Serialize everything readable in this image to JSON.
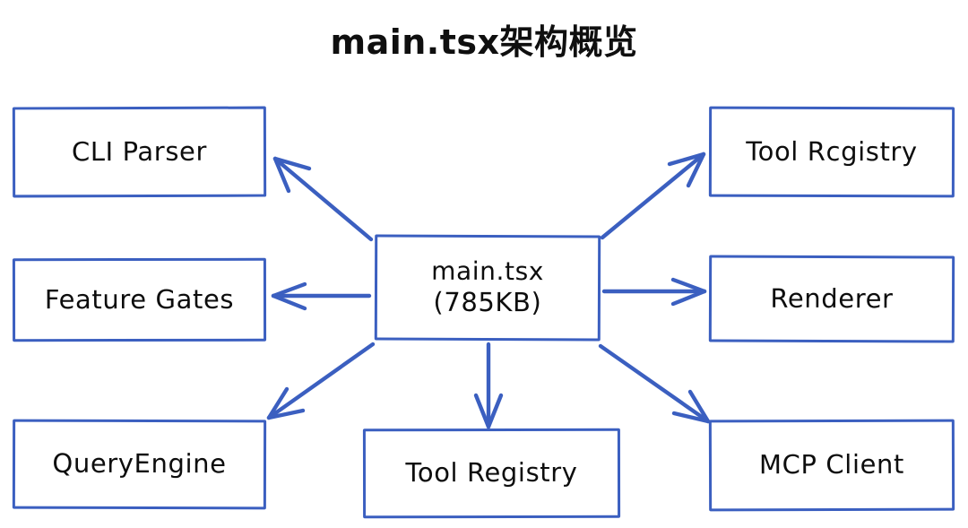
{
  "diagram": {
    "title": "main.tsx架构概览",
    "style": "hand-drawn",
    "background_color": "#ffffff",
    "node_border_color": "#3b5fc0",
    "edge_color": "#3b5fc0",
    "text_color": "#0d0d0d",
    "center": {
      "id": "main-tsx",
      "line1": "main.tsx",
      "line2": "(785KB)",
      "size_label": "785KB"
    },
    "nodes": [
      {
        "id": "cli-parser",
        "label": "CLI Parser",
        "column": "left",
        "row": "top"
      },
      {
        "id": "feature-gates",
        "label": "Feature Gates",
        "column": "left",
        "row": "middle"
      },
      {
        "id": "query-engine",
        "label": "QueryEngine",
        "column": "left",
        "row": "bottom"
      },
      {
        "id": "tool-registry-top",
        "label": "Tool Rcgistry",
        "column": "right",
        "row": "top"
      },
      {
        "id": "renderer",
        "label": "Renderer",
        "column": "right",
        "row": "middle"
      },
      {
        "id": "mcp-client",
        "label": "MCP Client",
        "column": "right",
        "row": "bottom"
      },
      {
        "id": "tool-registry-bottom",
        "label": "Tool Registry",
        "column": "center",
        "row": "bottom"
      }
    ],
    "edges": [
      {
        "from": "main-tsx",
        "to": "cli-parser",
        "direction": "up-left",
        "arrowhead": "open-v"
      },
      {
        "from": "main-tsx",
        "to": "feature-gates",
        "direction": "left",
        "arrowhead": "open-v"
      },
      {
        "from": "main-tsx",
        "to": "query-engine",
        "direction": "down-left",
        "arrowhead": "open-v"
      },
      {
        "from": "main-tsx",
        "to": "tool-registry-top",
        "direction": "up-right",
        "arrowhead": "open-v"
      },
      {
        "from": "main-tsx",
        "to": "renderer",
        "direction": "right",
        "arrowhead": "open-v"
      },
      {
        "from": "main-tsx",
        "to": "mcp-client",
        "direction": "down-right",
        "arrowhead": "open-v"
      },
      {
        "from": "main-tsx",
        "to": "tool-registry-bottom",
        "direction": "down",
        "arrowhead": "open-v"
      }
    ]
  }
}
